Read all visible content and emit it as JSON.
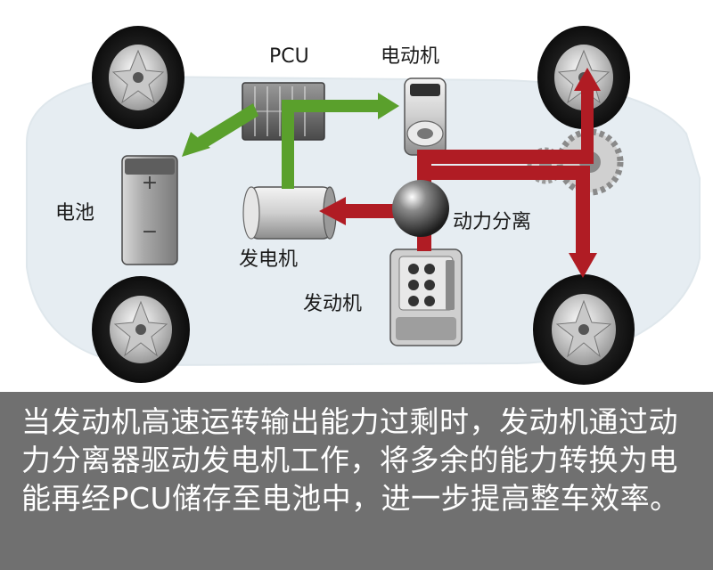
{
  "labels": {
    "pcu": "PCU",
    "motor": "电动机",
    "battery": "电池",
    "generator": "发电机",
    "power_split": "动力分离",
    "engine": "发动机",
    "battery_plus": "+",
    "battery_minus": "−"
  },
  "caption": "当发动机高速运转输出能力过剩时，发动机通过动力分离器驱动发电机工作，将多余的能力转换为电能再经PCU储存至电池中，进一步提高整车效率。",
  "colors": {
    "green_flow": "#5aa02c",
    "red_flow": "#b01c24",
    "car_body": "#e6edf2",
    "caption_bg": "#707070"
  }
}
